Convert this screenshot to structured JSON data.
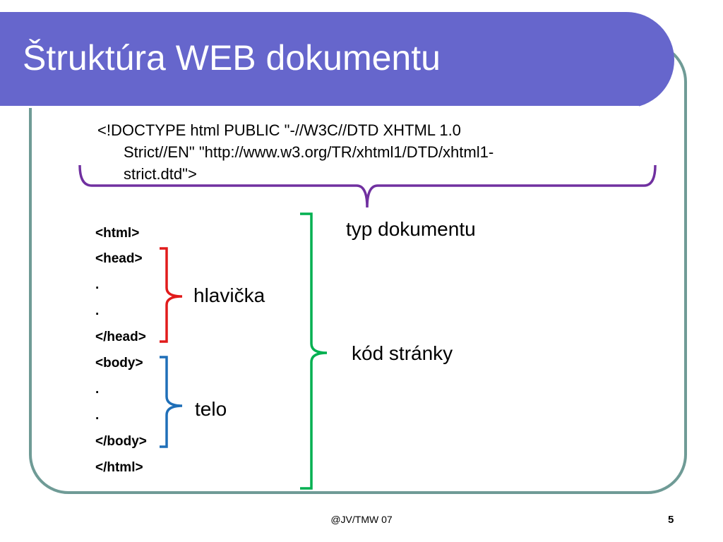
{
  "slide": {
    "title": "Štruktúra WEB dokumentu",
    "doctype_line1": "<!DOCTYPE html PUBLIC \"-//W3C//DTD XHTML 1.0",
    "doctype_line2": "Strict//EN\" \"http://www.w3.org/TR/xhtml1/DTD/xhtml1-",
    "doctype_line3": "strict.dtd\">",
    "code_lines": [
      "<html>",
      "<head>",
      ".",
      ".",
      "</head>",
      "<body>",
      ".",
      ".",
      "</body>",
      "</html>"
    ],
    "label_doctype": "typ dokumentu",
    "label_head": "hlavička",
    "label_body": "telo",
    "label_page_code": "kód stránky",
    "footer": "@JV/TMW 07",
    "page_number": "5"
  },
  "colors": {
    "title_bar": "#6666cc",
    "frame_border": "#6f9b96",
    "bracket_doctype": "#7030a0",
    "bracket_head": "#e11b1b",
    "bracket_body": "#1f6fb8",
    "bracket_page": "#00b050"
  }
}
